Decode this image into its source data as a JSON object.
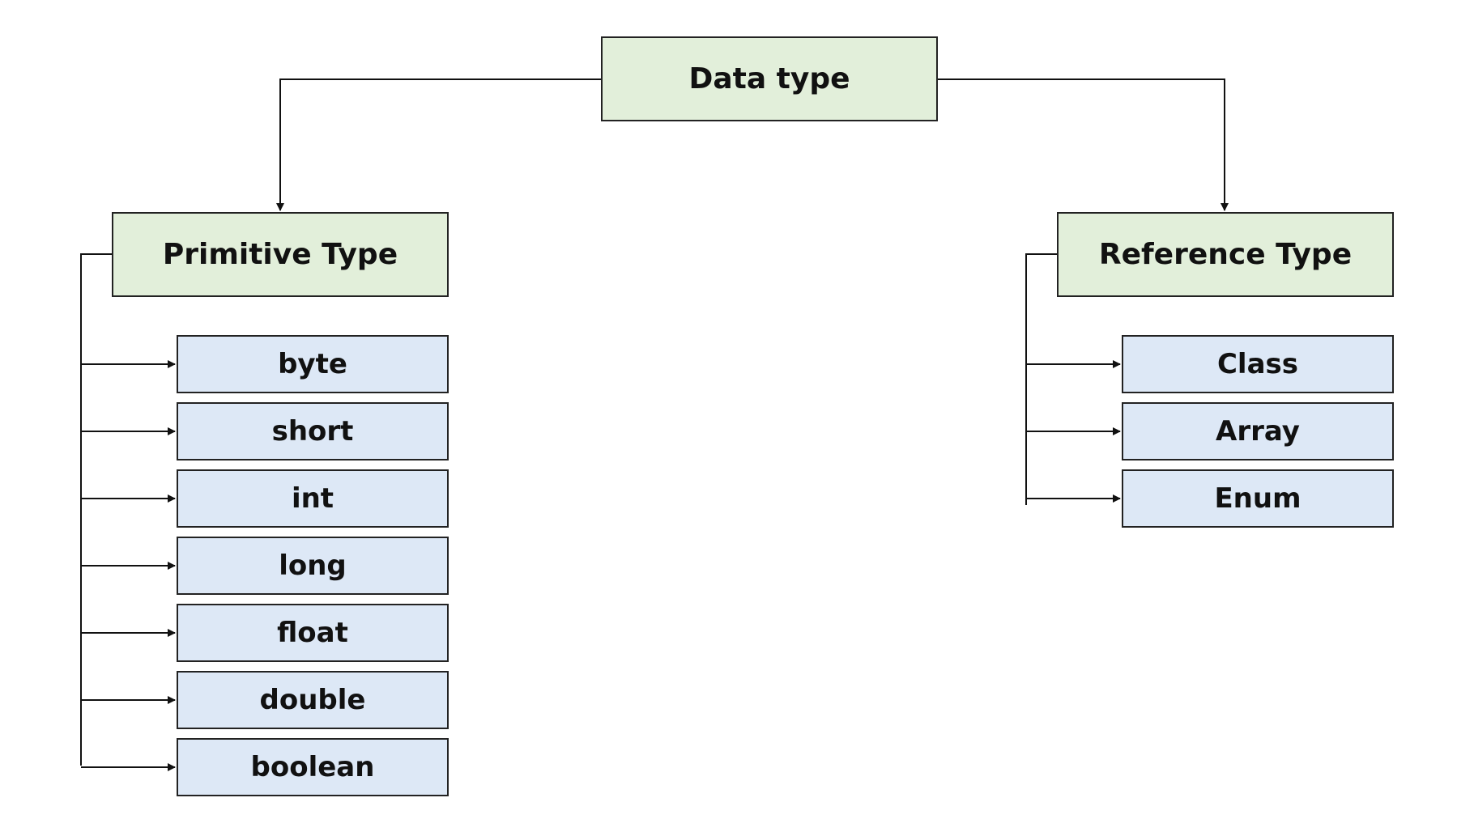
{
  "root": {
    "label": "Data type"
  },
  "primitive": {
    "label": "Primitive Type",
    "items": [
      "byte",
      "short",
      "int",
      "long",
      "float",
      "double",
      "boolean"
    ]
  },
  "reference": {
    "label": "Reference Type",
    "items": [
      "Class",
      "Array",
      "Enum"
    ]
  },
  "colors": {
    "category_fill": "#e2efda",
    "leaf_fill": "#dde8f6",
    "line": "#111111"
  }
}
